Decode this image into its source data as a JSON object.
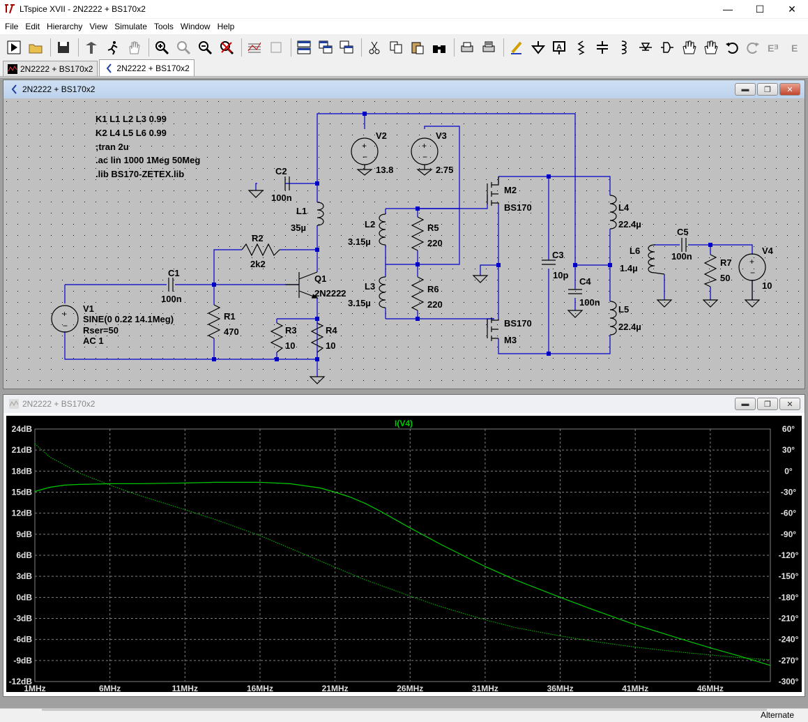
{
  "app": {
    "title": "LTspice XVII - 2N2222 + BS170x2",
    "controls": {
      "minimize": "—",
      "maximize": "☐",
      "close": "✕"
    }
  },
  "menu": [
    "File",
    "Edit",
    "Hierarchy",
    "View",
    "Simulate",
    "Tools",
    "Window",
    "Help"
  ],
  "toolbar_icons": [
    "run-icon",
    "open-icon",
    "save-icon",
    "control-panel-icon",
    "halt-icon",
    "pan-icon",
    "zoom-in-icon",
    "zoom-fit-icon",
    "zoom-out-icon",
    "zoom-cancel-icon",
    "autorange-icon",
    "cursor-icon",
    "tile-horizontal-icon",
    "cascade-icon",
    "close-all-icon",
    "cut-icon",
    "copy-icon",
    "paste-icon",
    "find-icon",
    "print-icon",
    "print-preview-icon",
    "draw-wire-icon",
    "ground-icon",
    "label-icon",
    "resistor-icon",
    "capacitor-icon",
    "inductor-icon",
    "diode-icon",
    "component-icon",
    "move-icon",
    "drag-icon",
    "undo-icon",
    "redo-icon",
    "rotate-icon",
    "mirror-icon"
  ],
  "tabs": [
    {
      "label": "2N2222 + BS170x2",
      "active": false
    },
    {
      "label": "2N2222 + BS170x2",
      "active": true
    }
  ],
  "schematic_window": {
    "title": "2N2222 + BS170x2",
    "directives": [
      "K1 L1 L2 L3 0.99",
      "K2 L4 L5 L6 0.99",
      ";tran 2u",
      ".ac lin 1000 1Meg 50Meg",
      ".lib BS170-ZETEX.lib"
    ],
    "components": {
      "V1": [
        "V1",
        "SINE(0 0.22 14.1Meg)",
        "Rser=50",
        "AC 1"
      ],
      "C1": [
        "C1",
        "100n"
      ],
      "C2": [
        "C2",
        "100n"
      ],
      "R1": [
        "R1",
        "470"
      ],
      "R2": [
        "R2",
        "2k2"
      ],
      "R3": [
        "R3",
        "10"
      ],
      "R4": [
        "R4",
        "10"
      ],
      "L1": [
        "L1",
        "35µ"
      ],
      "Q1": [
        "Q1",
        "2N2222"
      ],
      "V2": [
        "V2",
        "13.8"
      ],
      "V3": [
        "V3",
        "2.75"
      ],
      "L2": [
        "L2",
        "3.15µ"
      ],
      "L3": [
        "L3",
        "3.15µ"
      ],
      "R5": [
        "R5",
        "220"
      ],
      "R6": [
        "R6",
        "220"
      ],
      "M2": [
        "M2",
        "BS170"
      ],
      "M3": [
        "BS170",
        "M3"
      ],
      "C3": [
        "C3",
        "10p"
      ],
      "C4": [
        "C4",
        "100n"
      ],
      "L4": [
        "L4",
        "22.4µ"
      ],
      "L5": [
        "L5",
        "22.4µ"
      ],
      "L6": [
        "L6",
        "1.4µ"
      ],
      "C5": [
        "C5",
        "100n"
      ],
      "R7": [
        "R7",
        "50"
      ],
      "V4": [
        "V4",
        "10"
      ]
    }
  },
  "plot_window": {
    "title": "2N2222 + BS170x2",
    "trace_label": "I(V4)",
    "colors": {
      "background": "#000000",
      "trace": "#00c800",
      "grid": "#808080",
      "axis_text": "#e0e0e0"
    }
  },
  "chart_data": {
    "type": "line",
    "title": "I(V4)",
    "x_ticks": [
      "1MHz",
      "6MHz",
      "11MHz",
      "16MHz",
      "21MHz",
      "26MHz",
      "31MHz",
      "36MHz",
      "41MHz",
      "46MHz"
    ],
    "y_ticks_left": [
      "24dB",
      "21dB",
      "18dB",
      "15dB",
      "12dB",
      "9dB",
      "6dB",
      "3dB",
      "0dB",
      "-3dB",
      "-6dB",
      "-9dB",
      "-12dB"
    ],
    "y_ticks_right": [
      "60°",
      "30°",
      "0°",
      "-30°",
      "-60°",
      "-90°",
      "-120°",
      "-150°",
      "-180°",
      "-210°",
      "-240°",
      "-270°",
      "-300°"
    ],
    "xlim_mhz": [
      1,
      50
    ],
    "ylim_db": [
      -12,
      24
    ],
    "ylim_deg": [
      -300,
      60
    ],
    "grid": true,
    "series": [
      {
        "kind": "magnitude",
        "x_mhz": [
          1,
          2,
          3,
          4,
          6,
          8,
          11,
          13,
          16,
          18,
          20,
          21,
          22,
          23,
          24,
          26,
          28,
          31,
          33,
          36,
          38,
          41,
          44,
          46,
          48,
          50
        ],
        "y_db": [
          15.1,
          15.7,
          16.0,
          16.1,
          16.2,
          16.2,
          16.3,
          16.4,
          16.4,
          16.2,
          15.6,
          15.0,
          14.3,
          13.4,
          12.3,
          9.9,
          7.6,
          4.4,
          2.5,
          0.0,
          -1.6,
          -3.9,
          -5.9,
          -7.2,
          -8.4,
          -9.7
        ]
      },
      {
        "kind": "phase",
        "x_mhz": [
          1,
          2,
          4,
          6,
          8,
          11,
          13,
          16,
          18,
          21,
          23,
          26,
          28,
          31,
          33,
          36,
          38,
          41,
          44,
          46,
          48,
          50
        ],
        "y_deg": [
          39,
          20,
          -3,
          -20,
          -35,
          -55,
          -69,
          -92,
          -110,
          -137,
          -155,
          -178,
          -193,
          -212,
          -223,
          -235,
          -242,
          -251,
          -258,
          -262,
          -266,
          -269
        ]
      }
    ]
  },
  "status": {
    "mode": "Alternate"
  }
}
